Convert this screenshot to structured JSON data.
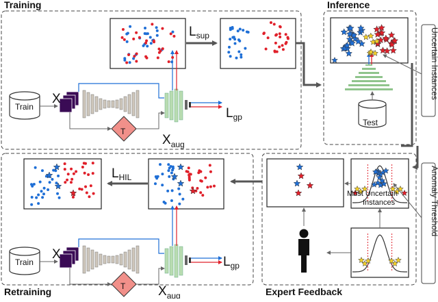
{
  "sections": {
    "training": "Training",
    "inference": "Inference",
    "retraining": "Retraining",
    "expert_feedback": "Expert Feedback"
  },
  "labels": {
    "train": "Train",
    "test": "Test",
    "x": "X",
    "x_aug_base": "X",
    "x_aug_sub": "aug",
    "t": "T",
    "l_base": "L",
    "sup": "sup",
    "gp": "gp",
    "hil": "HIL",
    "most_uncertain_line1": "Most Uncertain",
    "most_uncertain_line2": "Instances",
    "uncertain_instances": "Uncertain Instances",
    "anomaly_threshold": "Anomaly Threshold"
  },
  "colors": {
    "blue": "#1f6fd6",
    "red": "#e0202a",
    "yellow": "#f4d02a",
    "encoder": "#cfc7bb",
    "head": "#b9dcb1",
    "input_block": "#3a0b55",
    "transform": "#f1908a",
    "green_stack": "#8fc48c"
  },
  "icons": [
    "database-icon",
    "stack-icon",
    "encoder-icon",
    "transform-icon",
    "star-icon",
    "person-icon",
    "bell-curve-icon"
  ]
}
